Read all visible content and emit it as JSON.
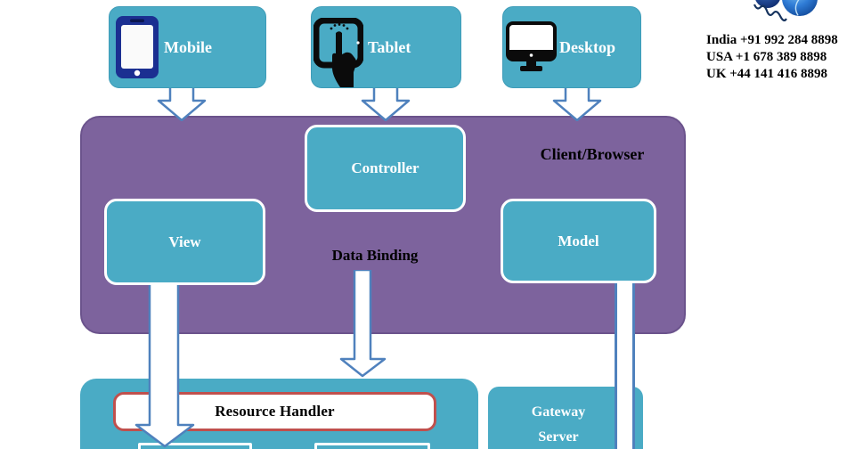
{
  "contact": {
    "icon": "phone-globe-icon",
    "lines": [
      "India +91 992 284 8898",
      "USA +1 678 389 8898",
      "UK +44 141 416 8898"
    ]
  },
  "devices": {
    "mobile": "Mobile",
    "tablet": "Tablet",
    "desktop": "Desktop"
  },
  "client": {
    "title": "Client/Browser",
    "controller": "Controller",
    "view": "View",
    "model": "Model",
    "data_binding": "Data Binding"
  },
  "server": {
    "resource_handler": "Resource Handler",
    "gateway_line1": "Gateway",
    "gateway_line2": "Server"
  },
  "colors": {
    "teal": "#4AABC5",
    "purple": "#7D639D",
    "arrow_blue": "#4F81BD",
    "handler_border_red": "#C0504D",
    "phone_navy": "#1B2F91",
    "text_black": "#000000",
    "text_white": "#FFFFFF"
  }
}
